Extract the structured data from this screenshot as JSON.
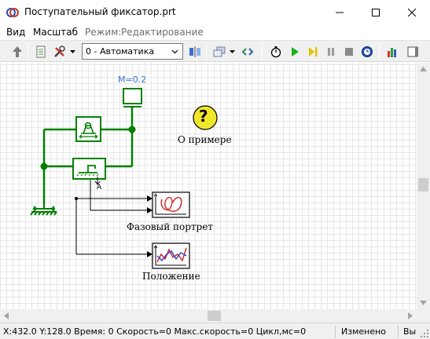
{
  "window": {
    "title": "Поступательный фиксатор.prt"
  },
  "menu": {
    "view": "Вид",
    "scale": "Масштаб",
    "mode_label": "Режим:",
    "mode_value": "Редактирование"
  },
  "toolbar": {
    "mode_select_value": "0 - Автоматика"
  },
  "canvas": {
    "mass_label": "M=0.2",
    "help_symbol": "?",
    "about_label": "О примере",
    "port_label": "A",
    "phase_label": "Фазовый портрет",
    "position_label": "Положение"
  },
  "status": {
    "main": "X:432.0  Y:128.0 Время: 0 Скорость=0 Макс.скорость=0 Цикл,мс=0",
    "changed": "Изменено",
    "extra": "Вы"
  },
  "colors": {
    "green": "#008000",
    "blue_label": "#3c6fd1",
    "help_yellow": "#f2e82a"
  }
}
